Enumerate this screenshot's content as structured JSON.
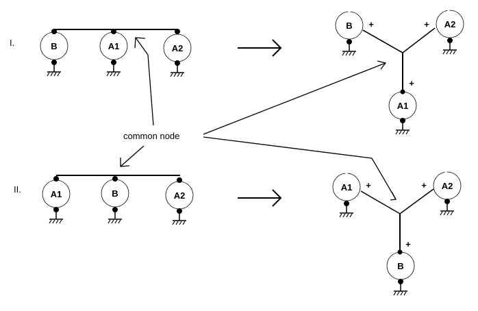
{
  "diagram": {
    "sections": [
      {
        "numeral": "I.",
        "parallel_order": [
          "B",
          "A1",
          "A2"
        ],
        "y_center": "B-A2 top, A1 bottom"
      },
      {
        "numeral": "II.",
        "parallel_order": [
          "A1",
          "B",
          "A2"
        ],
        "y_center": "A1-A2 top, B bottom"
      }
    ],
    "common_node_label": "common node",
    "plus_sign": "+",
    "transform_arrow": "→",
    "generators": {
      "I_left": [
        "B",
        "A1",
        "A2"
      ],
      "I_right": {
        "top_left": "B",
        "top_right": "A2",
        "bottom": "A1"
      },
      "II_left": [
        "A1",
        "B",
        "A2"
      ],
      "II_right": {
        "top_left": "A1",
        "top_right": "A2",
        "bottom": "B"
      }
    }
  }
}
